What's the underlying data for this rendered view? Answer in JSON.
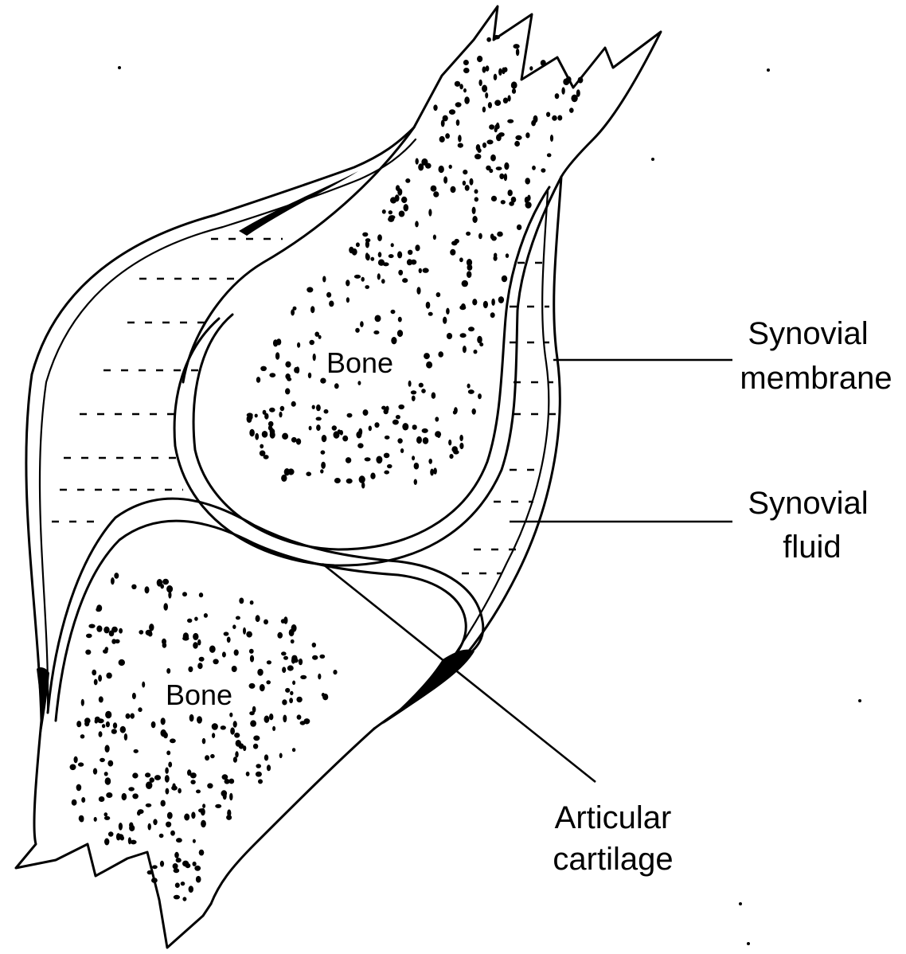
{
  "labels": {
    "bone_upper": "Bone",
    "bone_lower": "Bone",
    "synovial_membrane": [
      "Synovial",
      "membrane"
    ],
    "synovial_fluid": [
      "Synovial",
      "fluid"
    ],
    "articular_cartilage": [
      "Articular",
      "cartilage"
    ]
  },
  "colors": {
    "ink": "#000000",
    "background": "#ffffff"
  }
}
